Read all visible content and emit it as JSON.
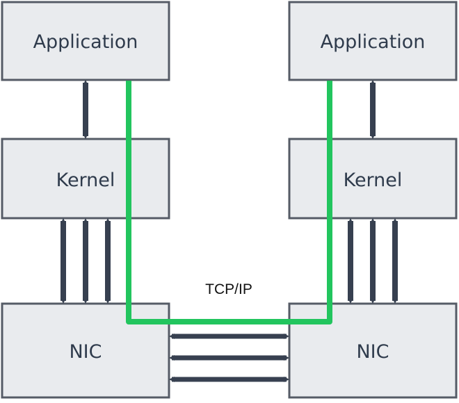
{
  "colors": {
    "box_fill": "#e9ebee",
    "box_stroke": "#555b66",
    "arrow": "#374050",
    "path": "#22c55e",
    "text": "#2f3b4c"
  },
  "left": {
    "application_label": "Application",
    "kernel_label": "Kernel",
    "nic_label": "NIC"
  },
  "right": {
    "application_label": "Application",
    "kernel_label": "Kernel",
    "nic_label": "NIC"
  },
  "protocol_label": "TCP/IP"
}
